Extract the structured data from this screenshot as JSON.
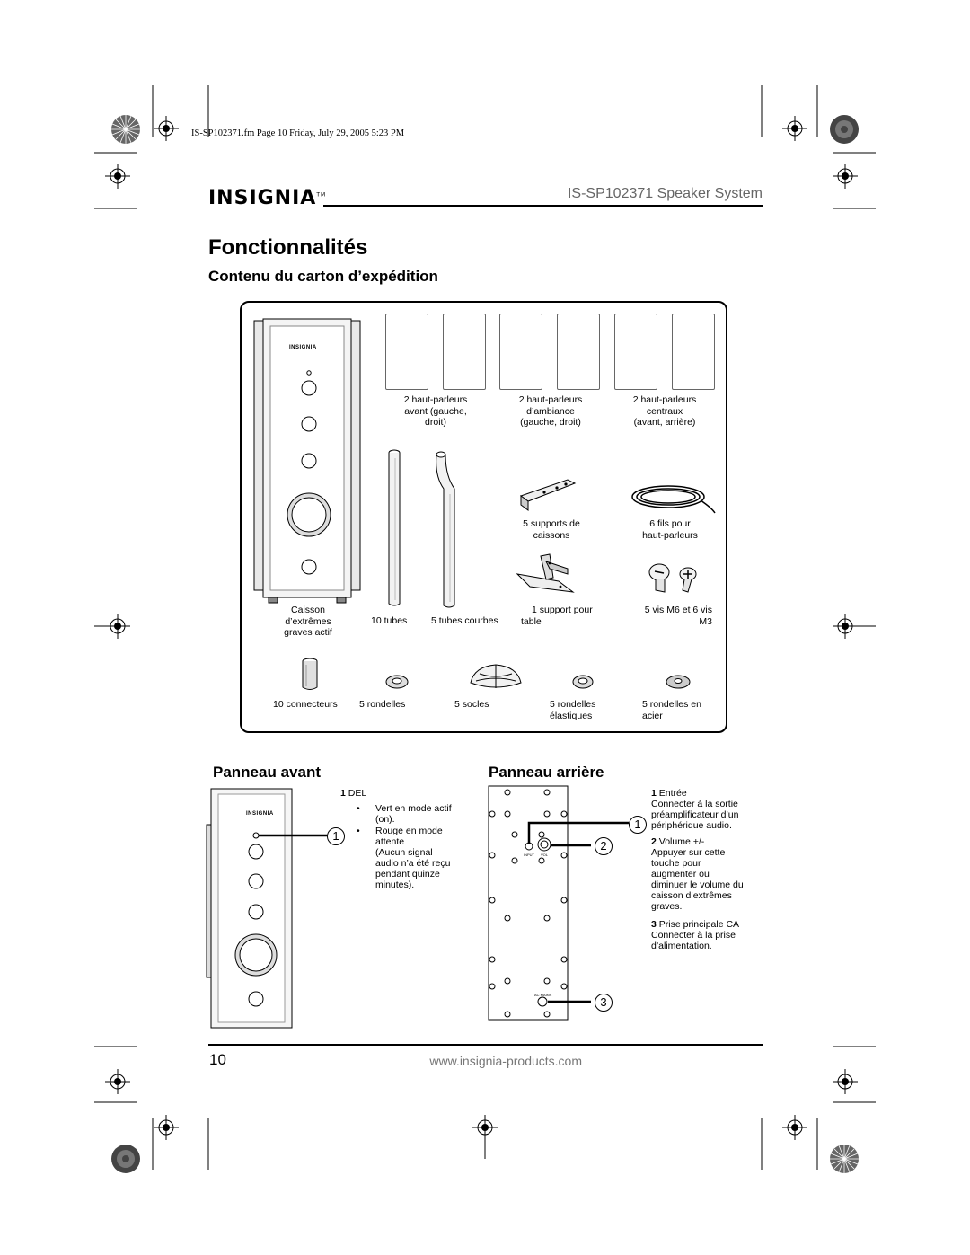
{
  "file_info": "IS-SP102371.fm  Page 10  Friday, July 29, 2005  5:23 PM",
  "header": {
    "brand": "INSIGNIA",
    "trademark": "TM",
    "product": "IS-SP102371 Speaker System"
  },
  "section_title": "Fonctionnalités",
  "contents_title": "Contenu du carton d’expédition",
  "unit_logo": "INSIGNIA",
  "items": {
    "front_speakers": [
      "2 haut-parleurs",
      "avant (gauche,",
      "droit)"
    ],
    "surround_speakers": [
      "2 haut-parleurs",
      "d’ambiance",
      "(gauche, droit)"
    ],
    "center_speakers": [
      "2 haut-parleurs",
      "centraux",
      "(avant, arrière)"
    ],
    "sub_brackets": [
      "5 supports de",
      "caissons"
    ],
    "wires": [
      "6 fils pour",
      "haut-parleurs"
    ],
    "subwoofer": [
      "Caisson",
      "d’extrêmes",
      "graves actif"
    ],
    "tubes": "10 tubes",
    "curved_tubes": "5 tubes courbes",
    "table_stand": [
      "1 support pour",
      "table"
    ],
    "screws": [
      "5 vis M6 et 6 vis",
      "M3"
    ],
    "connectors": "10 connecteurs",
    "washers": "5 rondelles",
    "bases": "5 socles",
    "rubber_washers": [
      "5 rondelles",
      "élastiques"
    ],
    "steel_washers": [
      "5 rondelles en",
      "acier"
    ]
  },
  "front_panel": {
    "title": "Panneau avant",
    "callout": "1",
    "led_num": "1",
    "led_label": "DEL",
    "bullets": [
      [
        "Vert en mode actif",
        "(on)."
      ],
      [
        "Rouge en mode",
        "attente",
        "(Aucun signal",
        "audio n’a été reçu",
        "pendant quinze",
        "minutes)."
      ]
    ]
  },
  "rear_panel": {
    "title": "Panneau arrière",
    "callouts": [
      "1",
      "2",
      "3"
    ],
    "jack_labels": {
      "input": "INPUT",
      "vol": "VOL",
      "ac": "AC MAINS"
    },
    "descriptions": [
      {
        "num": "1",
        "label": "Entrée",
        "lines": [
          "Connecter à la sortie",
          "préamplificateur d’un",
          "périphérique audio."
        ]
      },
      {
        "num": "2",
        "label": "Volume +/-",
        "lines": [
          "Appuyer sur cette",
          "touche pour",
          "augmenter ou",
          "diminuer le volume du",
          "caisson d’extrêmes",
          "graves."
        ]
      },
      {
        "num": "3",
        "label": "Prise principale CA",
        "lines": [
          "Connecter à la prise",
          "d’alimentation."
        ]
      }
    ]
  },
  "footer": {
    "page": "10",
    "url": "www.insignia-products.com"
  }
}
